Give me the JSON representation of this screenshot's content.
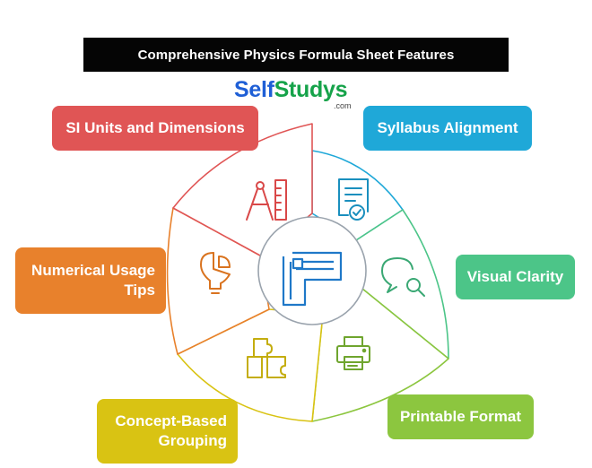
{
  "header": {
    "title": "Comprehensive Physics Formula Sheet Features"
  },
  "logo": {
    "part1": "Self",
    "part2": "Studys",
    "suffix": ".com"
  },
  "features": {
    "si_units": {
      "label": "SI Units and Dimensions",
      "color": "#e05555",
      "icon": "ruler-compass-icon"
    },
    "syllabus": {
      "label": "Syllabus Alignment",
      "color": "#1fa8d8",
      "icon": "checklist-document-icon"
    },
    "numerical": {
      "label": "Numerical Usage Tips",
      "color": "#e8812c",
      "icon": "lightbulb-chart-icon"
    },
    "visual": {
      "label": "Visual Clarity",
      "color": "#4cc588",
      "icon": "magnifier-chat-icon"
    },
    "concept": {
      "label": "Concept-Based Grouping",
      "color": "#d9c313",
      "icon": "puzzle-icon"
    },
    "printable": {
      "label": "Printable Format",
      "color": "#8cc63f",
      "icon": "printer-icon"
    }
  },
  "center": {
    "icon": "formula-sheet-icon",
    "color": "#1f78c8"
  }
}
